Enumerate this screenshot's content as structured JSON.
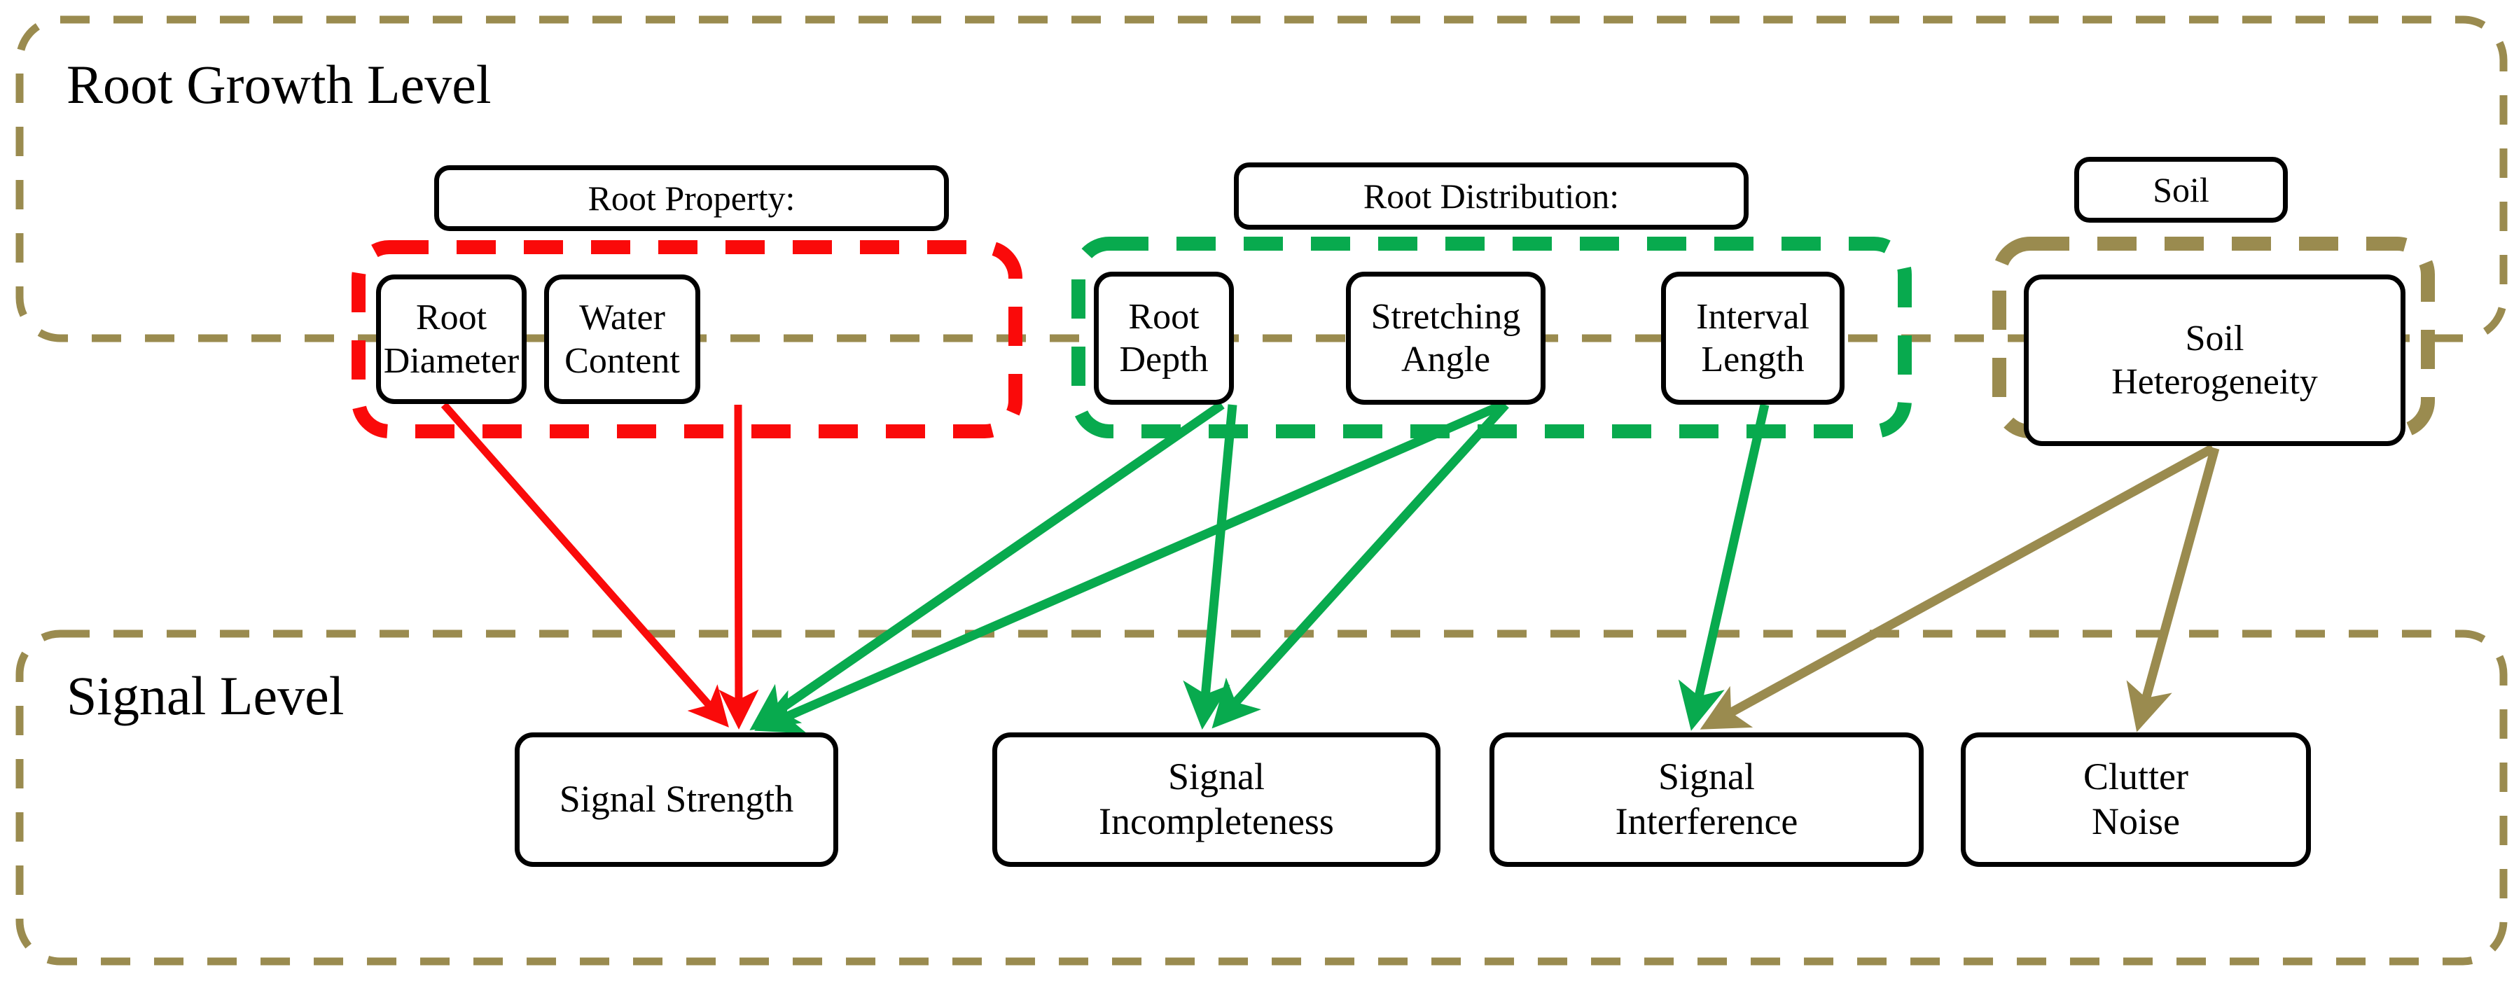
{
  "figure": {
    "colors": {
      "olive": "#9a8b4f",
      "red": "#fa0a0a",
      "green": "#08aa4e",
      "black": "#000000",
      "white": "#ffffff"
    },
    "levels": [
      {
        "id": "root-growth-level",
        "title": "Root Growth Level"
      },
      {
        "id": "signal-level",
        "title": "Signal Level"
      }
    ],
    "group_labels": [
      {
        "id": "root-property",
        "text": "Root Property:"
      },
      {
        "id": "root-distribution",
        "text": "Root Distribution:"
      },
      {
        "id": "soil",
        "text": "Soil"
      }
    ],
    "groups": [
      {
        "id": "root-property-group",
        "color": "#fa0a0a",
        "label": "Root Property:",
        "members": [
          "Root Diameter",
          "Water Content"
        ]
      },
      {
        "id": "root-distribution-group",
        "color": "#08aa4e",
        "label": "Root Distribution:",
        "members": [
          "Root Depth",
          "Stretching Angle",
          "Interval Length"
        ]
      },
      {
        "id": "soil-group",
        "color": "#9a8b4f",
        "label": "Soil",
        "members": [
          "Soil Heterogeneity"
        ]
      }
    ],
    "factor_nodes": [
      {
        "id": "root-diameter",
        "line1": "Root",
        "line2": "Diameter",
        "text": "Root\nDiameter"
      },
      {
        "id": "water-content",
        "line1": "Water",
        "line2": "Content",
        "text": "Water\nContent"
      },
      {
        "id": "root-depth",
        "line1": "Root",
        "line2": "Depth",
        "text": "Root\nDepth"
      },
      {
        "id": "stretching-angle",
        "line1": "Stretching",
        "line2": "Angle",
        "text": "Stretching\nAngle"
      },
      {
        "id": "interval-length",
        "line1": "Interval",
        "line2": "Length",
        "text": "Interval\nLength"
      },
      {
        "id": "soil-heterogeneity",
        "line1": "Soil",
        "line2": "Heterogeneity",
        "text": "Soil\nHeterogeneity"
      }
    ],
    "signal_nodes": [
      {
        "id": "signal-strength",
        "text": "Signal Strength"
      },
      {
        "id": "signal-incompleteness",
        "text": "Signal\nIncompleteness"
      },
      {
        "id": "signal-interference",
        "text": "Signal\nInterference"
      },
      {
        "id": "clutter-noise",
        "text": "Clutter\nNoise"
      }
    ],
    "edges": [
      {
        "from": "Root Diameter",
        "to": "Signal Strength",
        "color": "#fa0a0a"
      },
      {
        "from": "Water Content",
        "to": "Signal Strength",
        "color": "#fa0a0a"
      },
      {
        "from": "Root Depth",
        "to": "Signal Strength",
        "color": "#08aa4e"
      },
      {
        "from": "Stretching Angle",
        "to": "Signal Strength",
        "color": "#08aa4e"
      },
      {
        "from": "Stretching Angle",
        "to": "Signal Incompleteness",
        "color": "#08aa4e"
      },
      {
        "from": "Interval Length",
        "to": "Signal Incompleteness",
        "color": "#08aa4e"
      },
      {
        "from": "Interval Length",
        "to": "Signal Interference",
        "color": "#08aa4e"
      },
      {
        "from": "Soil Heterogeneity",
        "to": "Signal Interference",
        "color": "#9a8b4f"
      },
      {
        "from": "Soil Heterogeneity",
        "to": "Clutter Noise",
        "color": "#9a8b4f"
      }
    ]
  }
}
